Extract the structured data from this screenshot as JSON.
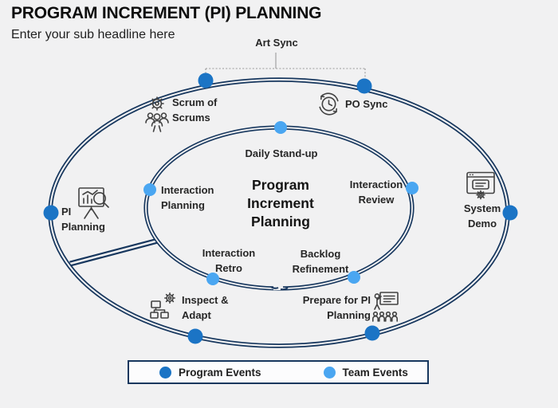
{
  "page": {
    "title": "PROGRAM INCREMENT (PI) PLANNING",
    "subtitle": "Enter your sub headline here"
  },
  "diagram": {
    "center": {
      "lines": [
        "Program",
        "Increment",
        "Planning"
      ]
    },
    "art_sync_label": "Art Sync",
    "program_events": [
      {
        "id": "scrum-of-scrums",
        "lines": [
          "Scrum of",
          "Scrums"
        ],
        "icon": "people-gear-icon"
      },
      {
        "id": "po-sync",
        "lines": [
          "PO Sync"
        ],
        "icon": "sync-clock-icon"
      },
      {
        "id": "pi-planning",
        "lines": [
          "PI",
          "Planning"
        ],
        "icon": "chart-presentation-icon"
      },
      {
        "id": "system-demo",
        "lines": [
          "System",
          "Demo"
        ],
        "icon": "app-window-gear-icon"
      },
      {
        "id": "inspect-adapt",
        "lines": [
          "Inspect &",
          "Adapt"
        ],
        "icon": "flowchart-gear-icon"
      },
      {
        "id": "prepare-pi-planning",
        "lines": [
          "Prepare for PI",
          "Planning"
        ],
        "icon": "presenter-audience-icon"
      }
    ],
    "team_events": [
      {
        "id": "daily-standup",
        "lines": [
          "Daily Stand-up"
        ]
      },
      {
        "id": "interaction-planning",
        "lines": [
          "Interaction",
          "Planning"
        ]
      },
      {
        "id": "interaction-review",
        "lines": [
          "Interaction",
          "Review"
        ]
      },
      {
        "id": "interaction-retro",
        "lines": [
          "Interaction",
          "Retro"
        ]
      },
      {
        "id": "backlog-refinement",
        "lines": [
          "Backlog",
          "Refinement"
        ]
      }
    ]
  },
  "legend": {
    "program_label": "Program Events",
    "team_label": "Team Events"
  },
  "colors": {
    "program_event": "#1b74c5",
    "team_event": "#4aa6f1",
    "ellipse_line": "#17375e",
    "background": "#f1f1f2"
  }
}
